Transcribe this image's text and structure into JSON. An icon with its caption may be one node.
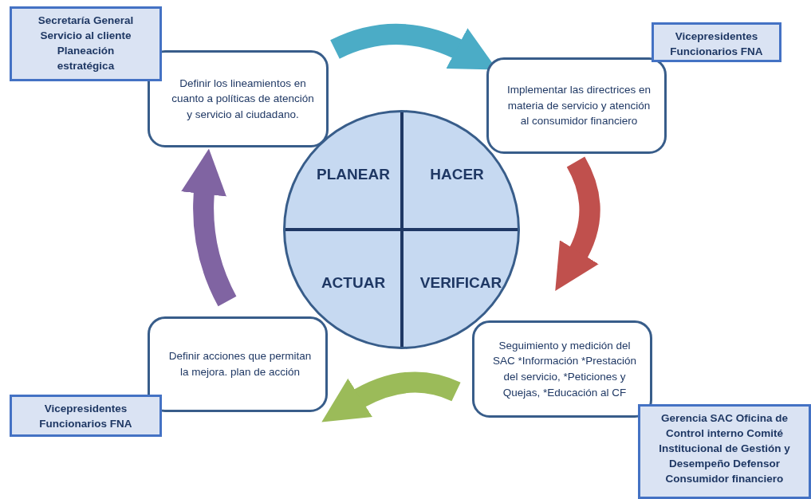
{
  "diagram": {
    "nodes": [
      {
        "text": [
          "Secretaría General Servicio al cliente Planeación estratégica"
        ]
      },
      {
        "text": [
          "Definir los lineamientos en cuanto a políticas de atención y servicio al ciudadano."
        ]
      },
      {
        "text": [
          "Vicepresidentes Funcionarios FNA"
        ]
      },
      {
        "text": [
          "Implementar  las directrices en materia de servicio  y atención al consumidor financiero"
        ]
      },
      {
        "text": [],
        "shape": "circle"
      },
      {
        "text": [
          "PLANEAR"
        ],
        "in": 4
      },
      {
        "text": [
          "HACER"
        ],
        "in": 4
      },
      {
        "text": [
          "ACTUAR"
        ],
        "in": 4
      },
      {
        "text": [
          "VERIFICAR"
        ],
        "in": 4
      },
      {
        "text": [
          "Seguimiento y medición del SAC *Información *Prestación del servicio, *Peticiones y Quejas, *Educación al CF"
        ]
      },
      {
        "text": [
          "Definir acciones  que permitan la mejora. plan de acción"
        ]
      },
      {
        "text": [
          "Vicepresidentes Funcionarios FNA"
        ]
      },
      {
        "text": [
          "Gerencia SAC Oficina de Control interno Comité Institucional de Gestión y Desempeño Defensor Consumidor financiero"
        ]
      }
    ],
    "edges": [
      {
        "from": 1,
        "to": 3,
        "arrow": "to",
        "color": "#4bacc6"
      },
      {
        "from": 3,
        "to": 9,
        "arrow": "to",
        "color": "#c0504d"
      },
      {
        "from": 9,
        "to": 10,
        "arrow": "to",
        "color": "#9bbb59"
      },
      {
        "from": 10,
        "to": 1,
        "arrow": "to",
        "color": "#8064a2"
      }
    ]
  }
}
